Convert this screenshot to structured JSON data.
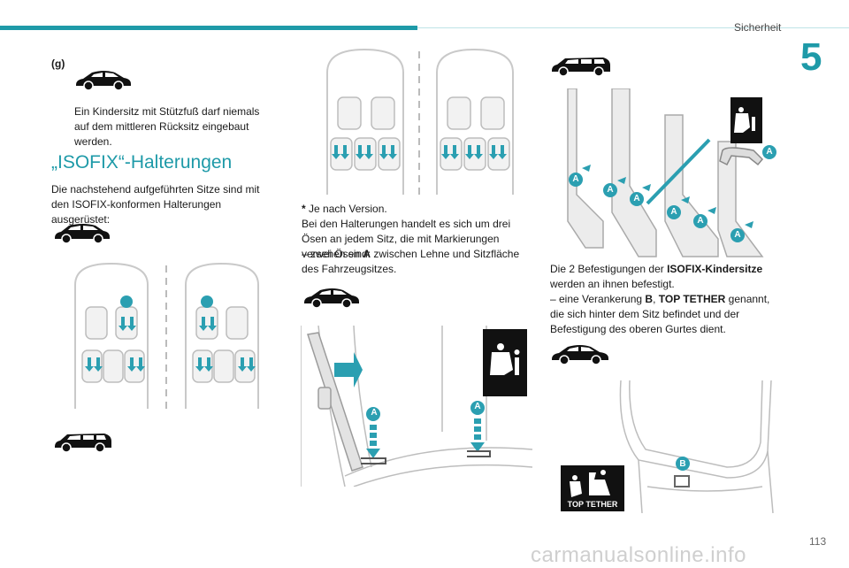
{
  "header": {
    "section_title": "Sicherheit",
    "chapter_number": "5"
  },
  "col1": {
    "g_label": "(g)",
    "note": "Ein Kindersitz mit Stützfuß darf niemals auf dem mittleren Rücksitz eingebaut werden.",
    "heading": "„ISOFIX“-Halterungen",
    "intro": "Die nachstehend aufgeführten Sitze sind mit den ISOFIX-konformen Halterungen ausgerüstet:"
  },
  "col2": {
    "footnote_star": "*",
    "footnote_text": "Je nach Version.",
    "line1": "Bei den Halterungen handelt es sich um drei Ösen an jedem Sitz, die mit Markierungen versehen sind:",
    "dash_item_prefix": "–  zwei Ösen ",
    "dash_item_bold": "A",
    "dash_item_suffix": " zwischen Lehne und Sitzfläche des Fahrzeugsitzes.",
    "marker_a1": "A",
    "marker_a2": "A"
  },
  "col3": {
    "para_prefix": "Die 2 Befestigungen der ",
    "para_bold": "ISOFIX-Kindersitze",
    "para_suffix": " werden an ihnen befestigt.",
    "item_prefix": "–  eine Verankerung ",
    "item_b": "B",
    "item_sep": ", ",
    "item_tt": "TOP TETHER",
    "item_suffix": " genannt, die sich hinter dem Sitz befindet und der Befestigung des oberen Gurtes dient.",
    "markers": [
      "A",
      "A",
      "A",
      "A",
      "A",
      "A",
      "A"
    ],
    "marker_b": "B",
    "top_tether_label": "TOP TETHER"
  },
  "footer": {
    "page_number": "113",
    "watermark": "carmanualsonline.info"
  },
  "colors": {
    "accent": "#1e9aa8",
    "marker": "#2b9fb1"
  }
}
